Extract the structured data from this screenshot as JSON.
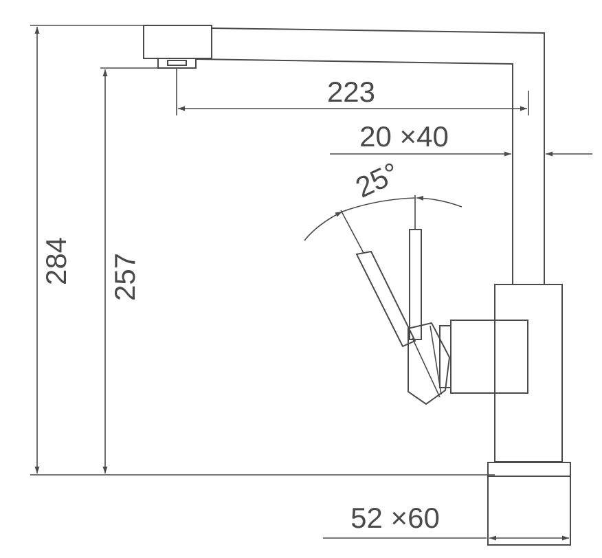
{
  "dimensions": {
    "spout_reach": "223",
    "spout_section": "20 ×40",
    "lever_angle": "25°",
    "total_height": "284",
    "outlet_height": "257",
    "base_section": "52 ×60"
  },
  "colors": {
    "line": "#4a4a4d",
    "background": "#ffffff"
  }
}
